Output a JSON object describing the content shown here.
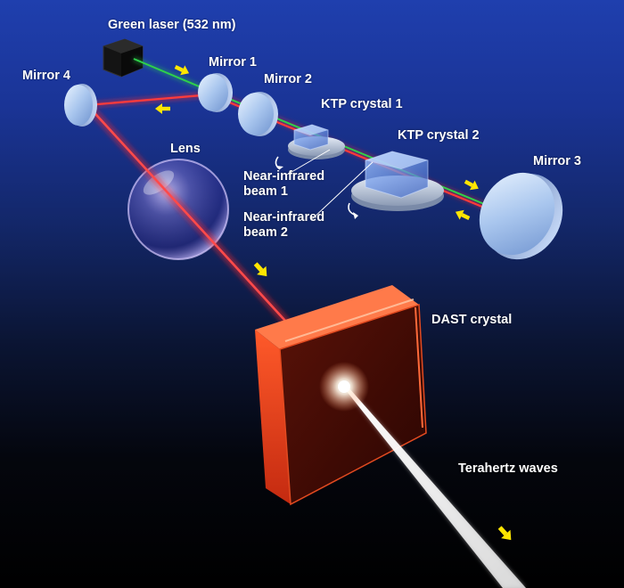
{
  "labels": {
    "green_laser": "Green laser (532 nm)",
    "mirror1": "Mirror 1",
    "mirror2": "Mirror 2",
    "mirror3": "Mirror 3",
    "mirror4": "Mirror 4",
    "ktp1": "KTP crystal 1",
    "ktp2": "KTP crystal 2",
    "lens": "Lens",
    "nir1_line1": "Near-infrared",
    "nir1_line2": "beam 1",
    "nir2_line1": "Near-infrared",
    "nir2_line2": "beam 2",
    "dast": "DAST crystal",
    "thz": "Terahertz waves"
  },
  "colors": {
    "green_beam": "#2fd24a",
    "red_beam": "#ff2a2a",
    "arrow": "#ffe600",
    "dast_crystal": "#c8321a",
    "terahertz_beam": "#ffffff"
  }
}
